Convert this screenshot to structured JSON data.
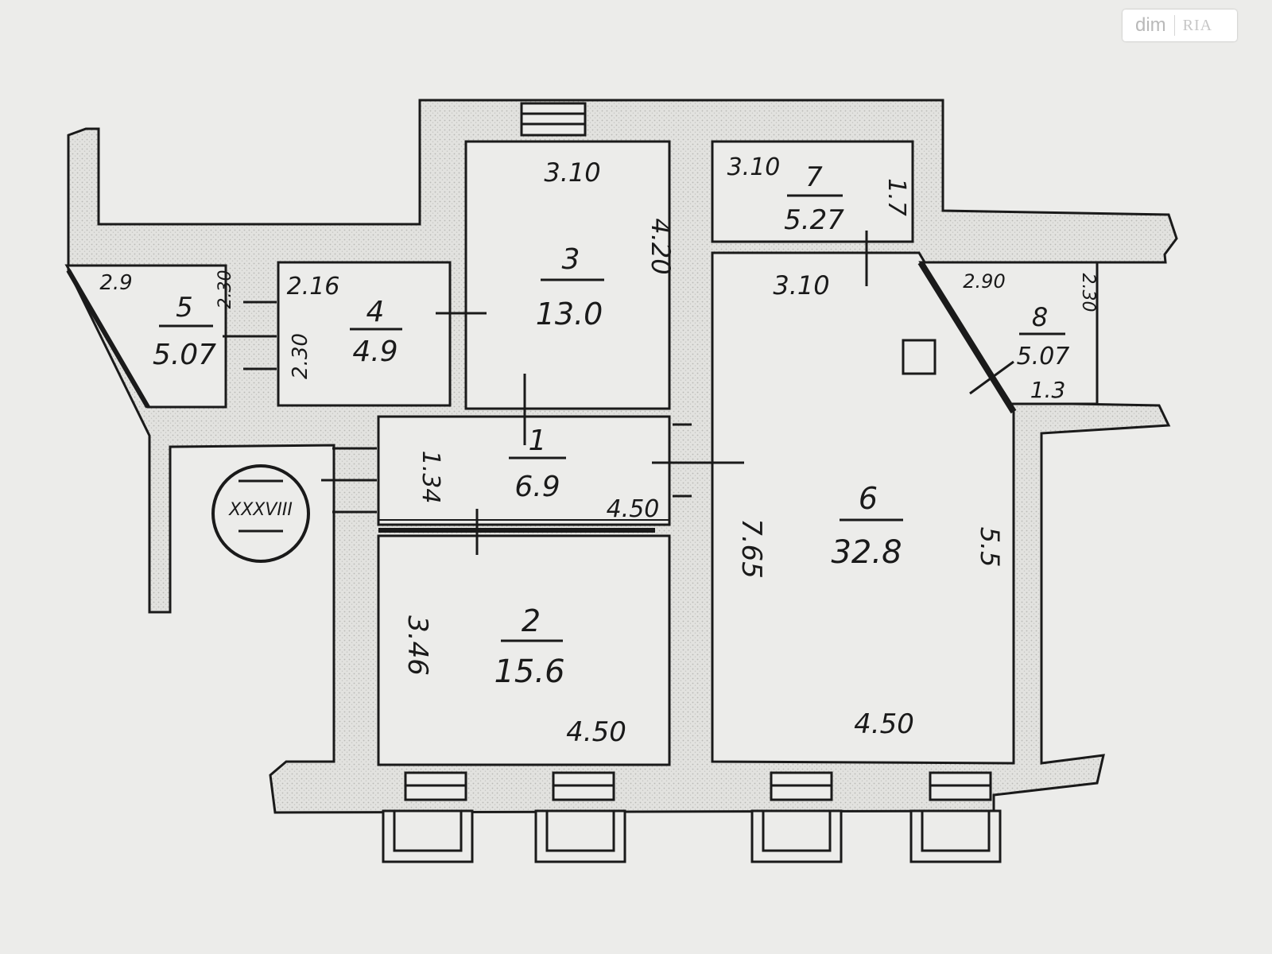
{
  "watermark": {
    "brand": "dim",
    "brand2": "RIA"
  },
  "plan": {
    "rooms": [
      {
        "id": "1",
        "area": "6.9"
      },
      {
        "id": "2",
        "area": "15.6"
      },
      {
        "id": "3",
        "area": "13.0"
      },
      {
        "id": "4",
        "area": "4.9"
      },
      {
        "id": "5",
        "area": "5.07"
      },
      {
        "id": "6",
        "area": "32.8"
      },
      {
        "id": "7",
        "area": "5.27"
      },
      {
        "id": "8",
        "area": "5.07"
      }
    ],
    "dimensions": {
      "r3_top": "3.10",
      "r3_right": "4.20",
      "r7_left": "3.10",
      "r7_right": "1.7",
      "r6_top": "3.10",
      "r6_left": "7.65",
      "r6_right": "5.5",
      "r6_bottom": "4.50",
      "r8_top": "2.90",
      "r8_side": "2.30",
      "r8_bottom": "1.3",
      "r1_left": "1.34",
      "r1_right": "4.50",
      "r2_left": "3.46",
      "r2_bottom": "4.50",
      "r4_top": "2.16",
      "r4_left": "2.30",
      "r5_top": "2.9",
      "r5_right": "2.30"
    },
    "section_mark": "XXXVIII"
  }
}
